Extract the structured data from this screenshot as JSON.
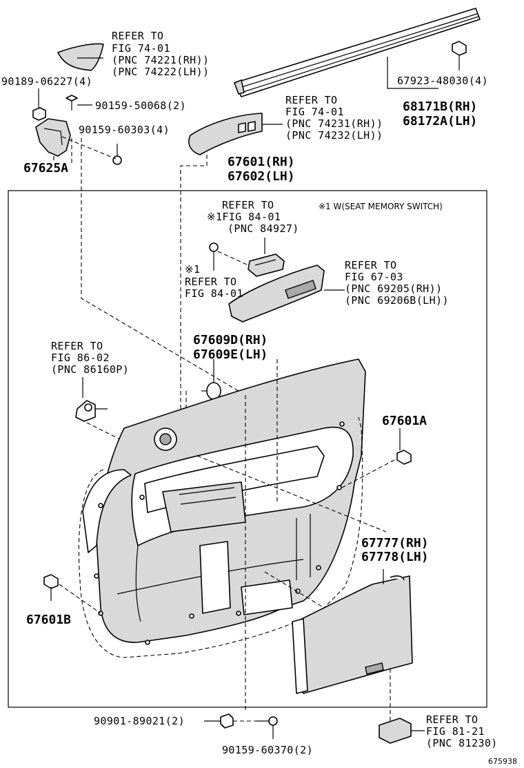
{
  "labels": {
    "ref_74_01_a": {
      "l1": "REFER TO",
      "l2": "FIG 74-01",
      "l3": "(PNC 74221(RH))",
      "l4": "(PNC 74222(LH))"
    },
    "p_90189": "90189-06227(4)",
    "p_90159_50068": "90159-50068(2)",
    "p_90159_60303": "90159-60303(4)",
    "p_67625a": "67625A",
    "ref_74_01_b": {
      "l1": "REFER TO",
      "l2": "FIG 74-01",
      "l3": "(PNC 74231(RH))",
      "l4": "(PNC 74232(LH))"
    },
    "p_67923": "67923-48030(4)",
    "p_68171b": "68171B(RH)",
    "p_68172a": "68172A(LH)",
    "p_67601": "67601(RH)",
    "p_67602": "67602(LH)",
    "note_w": "※1 W(SEAT MEMORY SWITCH)",
    "ref_84_01_a": {
      "l1": "REFER TO",
      "l2": "※1FIG 84-01",
      "l3": "(PNC 84927)"
    },
    "ref_84_01_b": {
      "l1": "※1",
      "l2": "REFER TO",
      "l3": "FIG 84-01"
    },
    "ref_67_03": {
      "l1": "REFER TO",
      "l2": "FIG 67-03",
      "l3": "(PNC 69205(RH))",
      "l4": "(PNC 69206B(LH))"
    },
    "p_67609d": "67609D(RH)",
    "p_67609e": "67609E(LH)",
    "ref_86_02": {
      "l1": "REFER TO",
      "l2": "FIG 86-02",
      "l3": "(PNC 86160P)"
    },
    "p_67601a": "67601A",
    "p_67777": "67777(RH)",
    "p_67778": "67778(LH)",
    "p_67601b": "67601B",
    "p_90901": "90901-89021(2)",
    "p_90159_60370": "90159-60370(2)",
    "ref_81_21": {
      "l1": "REFER TO",
      "l2": "FIG 81-21",
      "l3": "(PNC 81230)"
    },
    "figure_id": "675938"
  }
}
